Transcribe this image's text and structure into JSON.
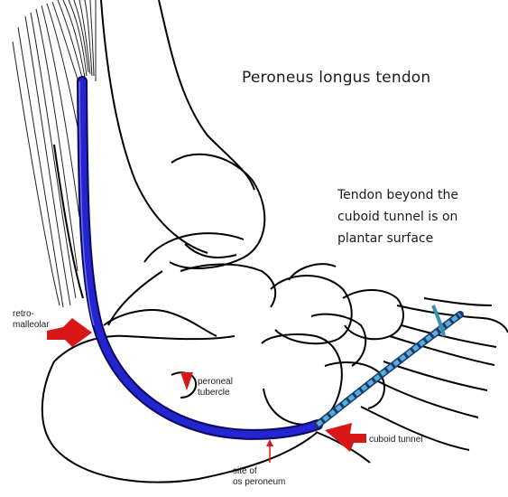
{
  "title": "Peroneus longus tendon",
  "note": "Tendon beyond the cuboid tunnel is on plantar surface",
  "labels": {
    "retro": "retro-\nmalleolar",
    "tubercle": "peroneal\ntubercle",
    "cuboid": "cuboid tunnel",
    "site": "site of\nos peroneum"
  },
  "colors": {
    "tendon": "#1c1cc8",
    "arrow": "#d81818",
    "bone_line": "#000000",
    "tendon_plantar": "#4fa6c8"
  }
}
